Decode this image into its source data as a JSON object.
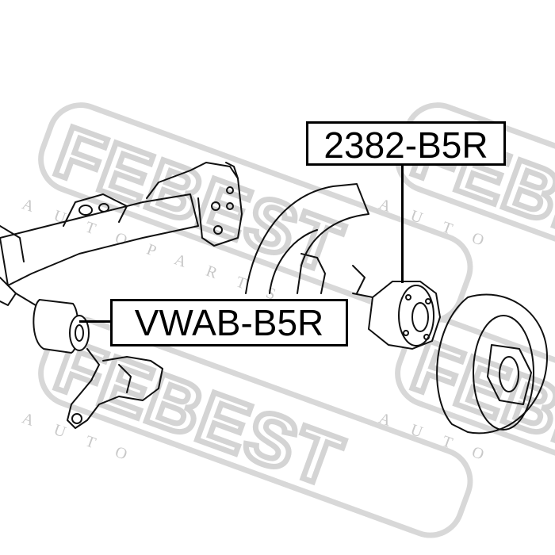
{
  "watermark": {
    "brand": "FEBEST",
    "sub": "AUTO PARTS"
  },
  "labels": {
    "hub_bearing": "2382-B5R",
    "axle_bushing": "VWAB-B5R"
  }
}
